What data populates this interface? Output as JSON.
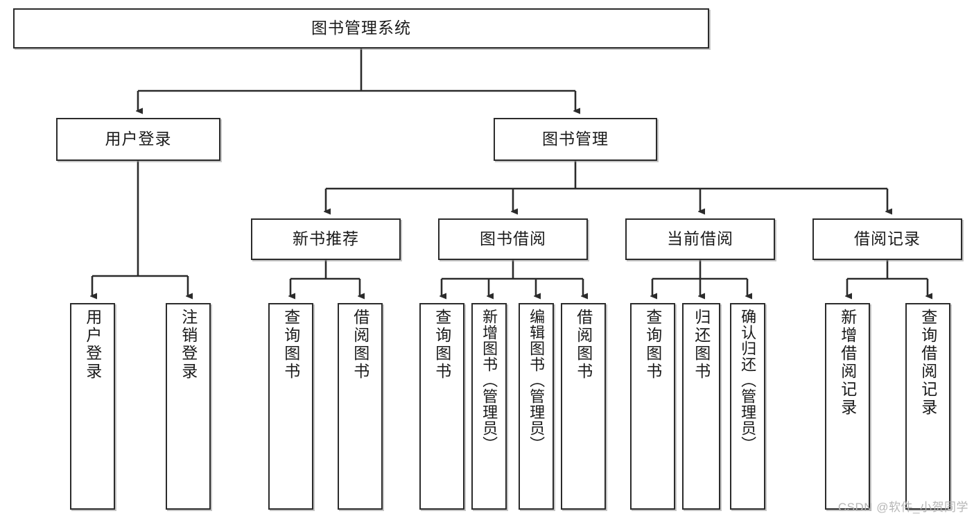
{
  "diagram": {
    "type": "tree",
    "title": "图书管理系统",
    "root": {
      "label": "图书管理系统"
    },
    "level2": [
      {
        "label": "用户登录"
      },
      {
        "label": "图书管理"
      }
    ],
    "level3": [
      {
        "label": "新书推荐"
      },
      {
        "label": "图书借阅"
      },
      {
        "label": "当前借阅"
      },
      {
        "label": "借阅记录"
      }
    ],
    "leaves": {
      "user_login": [
        {
          "label": "用户登录"
        },
        {
          "label": "注销登录"
        }
      ],
      "new_book_recommend": [
        {
          "label": "查询图书"
        },
        {
          "label": "借阅图书"
        }
      ],
      "book_borrow": [
        {
          "label": "查询图书"
        },
        {
          "label": "新增图书（管理员）"
        },
        {
          "label": "编辑图书（管理员）"
        },
        {
          "label": "借阅图书"
        }
      ],
      "current_borrow": [
        {
          "label": "查询图书"
        },
        {
          "label": "归还图书"
        },
        {
          "label": "确认归还（管理员）"
        }
      ],
      "borrow_record": [
        {
          "label": "新增借阅记录"
        },
        {
          "label": "查询借阅记录"
        }
      ]
    }
  },
  "watermark": {
    "text": "CSDN @软件_小贺同学"
  },
  "colors": {
    "border": "#2b2b2b",
    "background": "#ffffff",
    "text": "#1a1a1a",
    "watermark": "#b6b6b6"
  }
}
